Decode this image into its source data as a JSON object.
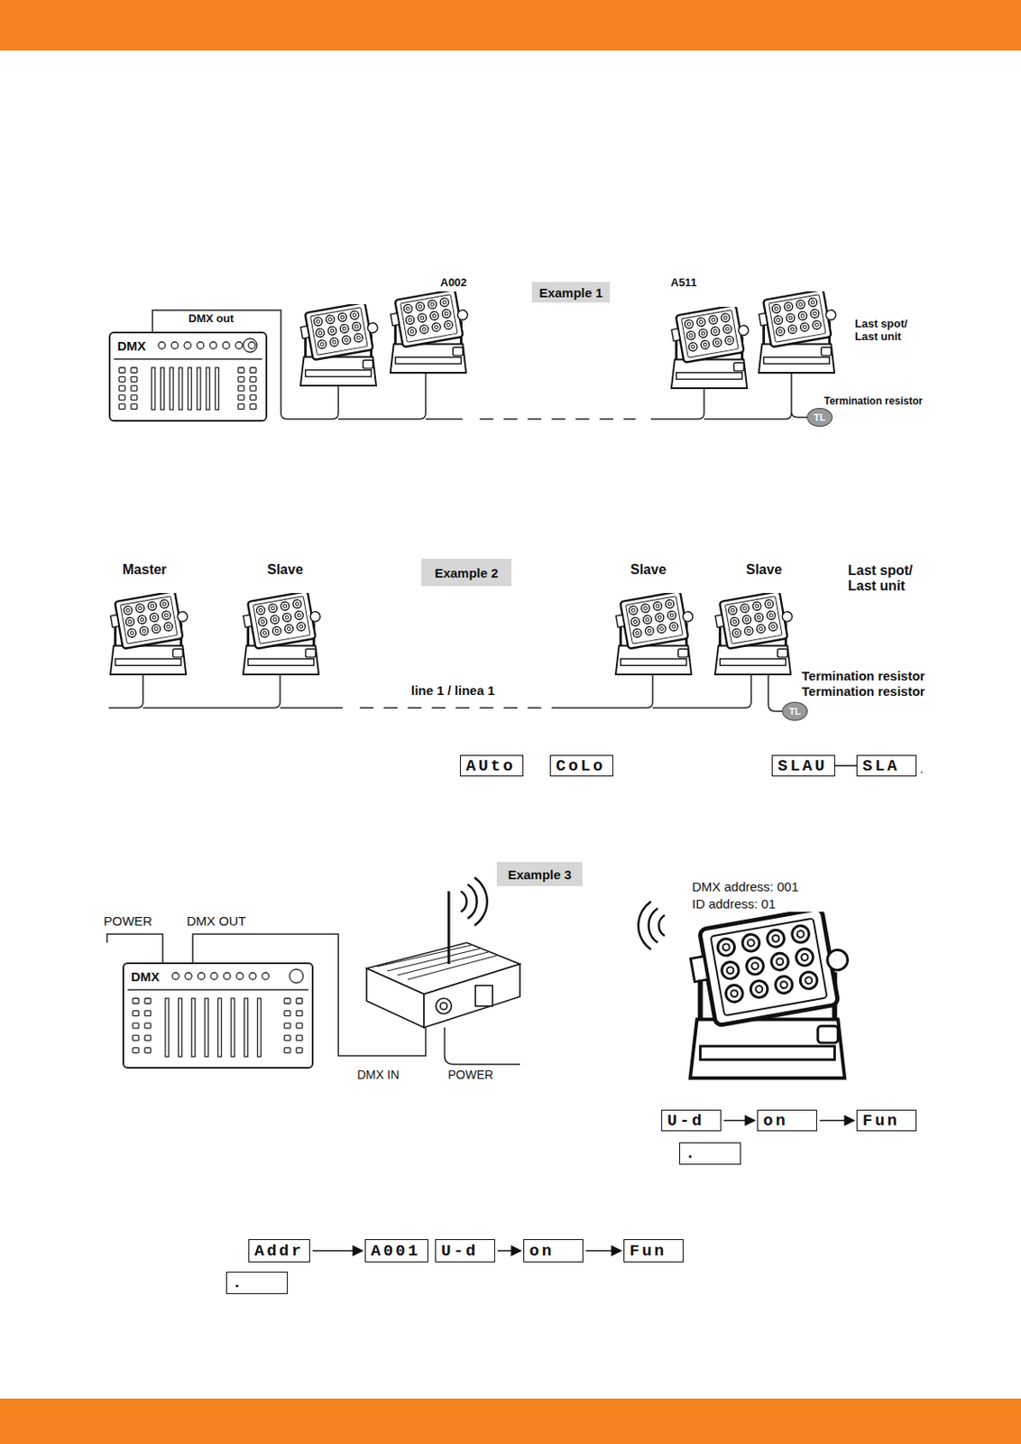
{
  "diagram": {
    "nodes": [
      {
        "text": [
          "DMX"
        ]
      },
      {
        "text": [
          "Example 1"
        ]
      },
      {
        "text": [
          "TL"
        ]
      },
      {
        "text": [
          "Example 2"
        ]
      },
      {
        "text": [
          "TL"
        ]
      },
      {
        "text": [
          "AUto"
        ]
      },
      {
        "text": [
          "CoLo"
        ]
      },
      {
        "text": [
          "SLAU"
        ]
      },
      {
        "text": [
          "SLA"
        ]
      },
      {
        "text": [
          "Example 3"
        ]
      },
      {
        "text": [
          "DMX"
        ]
      },
      {
        "text": [
          "U-d"
        ]
      },
      {
        "text": [
          "on"
        ]
      },
      {
        "text": [
          "Fun"
        ]
      },
      {
        "text": [
          "."
        ]
      },
      {
        "text": [
          "Addr"
        ]
      },
      {
        "text": [
          "A001"
        ]
      },
      {
        "text": [
          "U-d"
        ]
      },
      {
        "text": [
          "on"
        ]
      },
      {
        "text": [
          "Fun"
        ]
      },
      {
        "text": [
          "."
        ]
      }
    ],
    "edges": [
      {
        "from": 7,
        "to": 8,
        "arrow": "none"
      },
      {
        "from": 11,
        "to": 12,
        "arrow": "to"
      },
      {
        "from": 12,
        "to": 13,
        "arrow": "to"
      },
      {
        "from": 15,
        "to": 16,
        "arrow": "to"
      },
      {
        "from": 17,
        "to": 18,
        "arrow": "to"
      },
      {
        "from": 18,
        "to": 19,
        "arrow": "to"
      }
    ],
    "labels": [
      "DMX out",
      "A002",
      "A511",
      "Last spot/ Last unit",
      "Termination resistor",
      "Master",
      "Slave",
      "Slave",
      "Slave",
      "Last spot/ Last unit",
      "line 1 / linea 1",
      "Termination resistor",
      "Termination resistor",
      ".",
      "POWER",
      "DMX OUT",
      "DMX IN",
      "POWER",
      "DMX address: 001",
      "ID address: 01"
    ]
  }
}
